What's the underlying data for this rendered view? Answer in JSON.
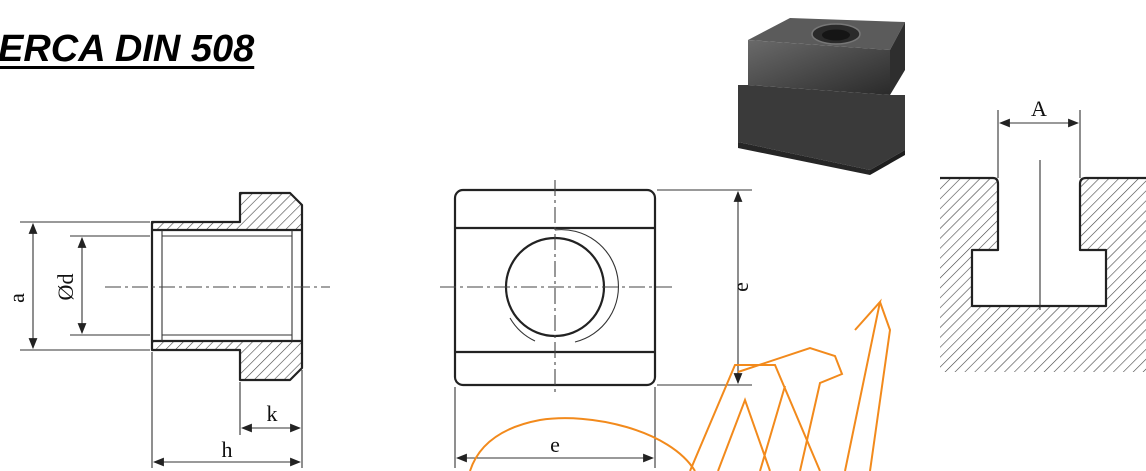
{
  "title": "ERCA DIN 508",
  "labels": {
    "a": "a",
    "d": "Ød",
    "k": "k",
    "h": "h",
    "e_front": "e",
    "e_side": "e",
    "A": "A"
  },
  "colors": {
    "line": "#222222",
    "hatch": "#444444",
    "watermark": "#f28a1c",
    "photo": "#3c3c3c"
  }
}
